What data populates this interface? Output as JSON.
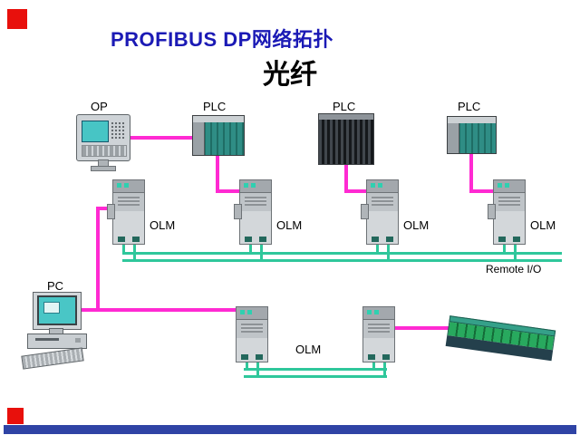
{
  "slide": {
    "title": "PROFIBUS DP网络拓扑",
    "subtitle": "光纤"
  },
  "nodes": {
    "op": "OP",
    "plc1": "PLC",
    "plc2": "PLC",
    "plc3": "PLC",
    "olm1": "OLM",
    "olm2": "OLM",
    "olm3": "OLM",
    "olm4": "OLM",
    "olm_bottom": "OLM",
    "pc": "PC",
    "remote_io": "Remote I/O"
  },
  "colors": {
    "title_text": "#1b1ab5",
    "profibus_line": "#ff2ad2",
    "fiber_line": "#2fc79b",
    "accent_red": "#e8100c",
    "footer_bar": "#2f43a5"
  }
}
